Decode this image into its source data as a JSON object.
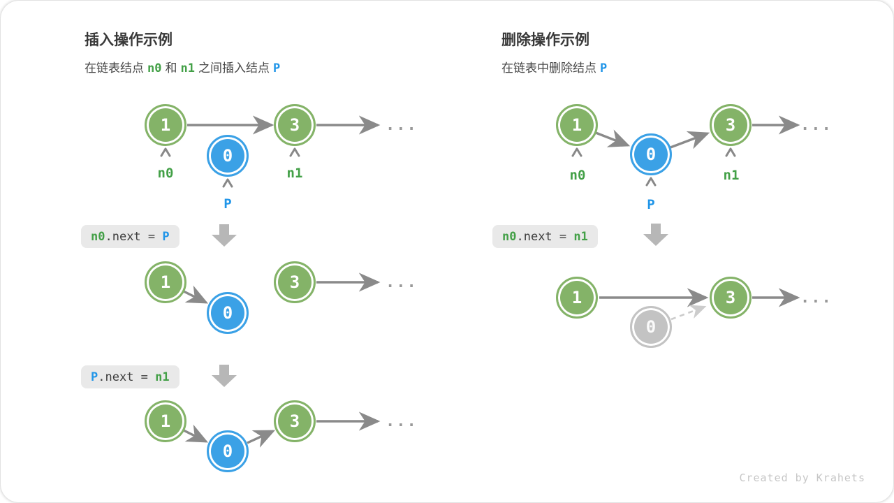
{
  "panels": {
    "insert": {
      "title": "插入操作示例",
      "subtitle": {
        "part1": "在链表结点",
        "token_n0": "n0",
        "part2": "和",
        "token_n1": "n1",
        "part3": "之间插入结点",
        "token_p": "P"
      },
      "steps": {
        "step1": {
          "lhs": "n0",
          "op": ".next = ",
          "rhs": "P"
        },
        "step2": {
          "lhs": "P",
          "op": ".next = ",
          "rhs": "n1"
        }
      }
    },
    "delete": {
      "title": "删除操作示例",
      "subtitle": {
        "part1": "在链表中删除结点",
        "token_p": "P"
      },
      "steps": {
        "step1": {
          "lhs": "n0",
          "op": ".next = ",
          "rhs": "n1"
        }
      }
    }
  },
  "node_values": {
    "v1": "1",
    "v0": "0",
    "v3": "3"
  },
  "pointer_labels": {
    "n0": "n0",
    "n1": "n1",
    "p": "P"
  },
  "ellipsis": "...",
  "footer": {
    "credit": "Created by Krahets"
  },
  "colors": {
    "node_green": "#84b368",
    "node_blue": "#3ba1e6",
    "node_gray": "#c3c3c3",
    "label_green": "#43a047",
    "label_blue": "#2095e8",
    "arrow_gray": "#8a8a8a",
    "code_box_bg": "#e9e9e9",
    "block_arrow_gray": "#b7b7b7"
  }
}
